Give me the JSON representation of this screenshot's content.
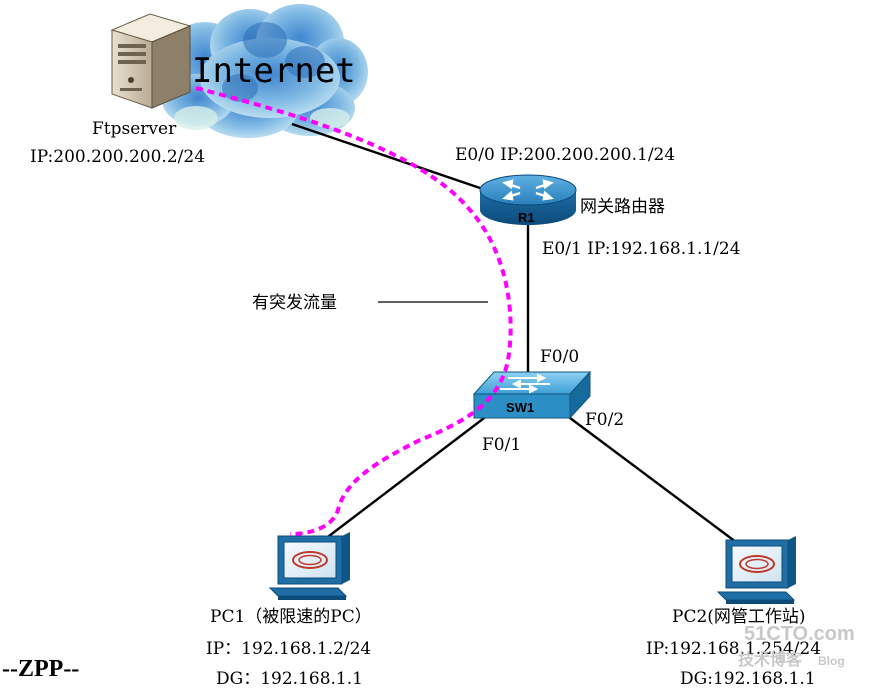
{
  "internet": {
    "label": "Internet"
  },
  "ftpserver": {
    "name": "Ftpserver",
    "ip": "IP:200.200.200.2/24"
  },
  "router": {
    "name": "R1",
    "role": "网关路由器",
    "e00_ip": "E0/0 IP:200.200.200.1/24",
    "e01_ip": "E0/1 IP:192.168.1.1/24"
  },
  "switch": {
    "name": "SW1",
    "f00": "F0/0",
    "f01": "F0/1",
    "f02": "F0/2"
  },
  "burst_label": "有突发流量",
  "pc1": {
    "title": "PC1（被限速的PC）",
    "ip": "IP：192.168.1.2/24",
    "dg": "DG：192.168.1.1"
  },
  "pc2": {
    "title": "PC2(网管工作站)",
    "ip": "IP:192.168.1.254/24",
    "dg": "DG:192.168.1.1"
  },
  "author": "--ZPP--",
  "watermark": {
    "line1": "51CTO.com",
    "line2": "技术博客",
    "line3": "Blog"
  },
  "colors": {
    "link": "#000000",
    "traffic_path": "#ff00ff",
    "router_body": "#1b6fa8",
    "switch_body": "#2b8fc6",
    "cloud": "#7fb6e0"
  }
}
